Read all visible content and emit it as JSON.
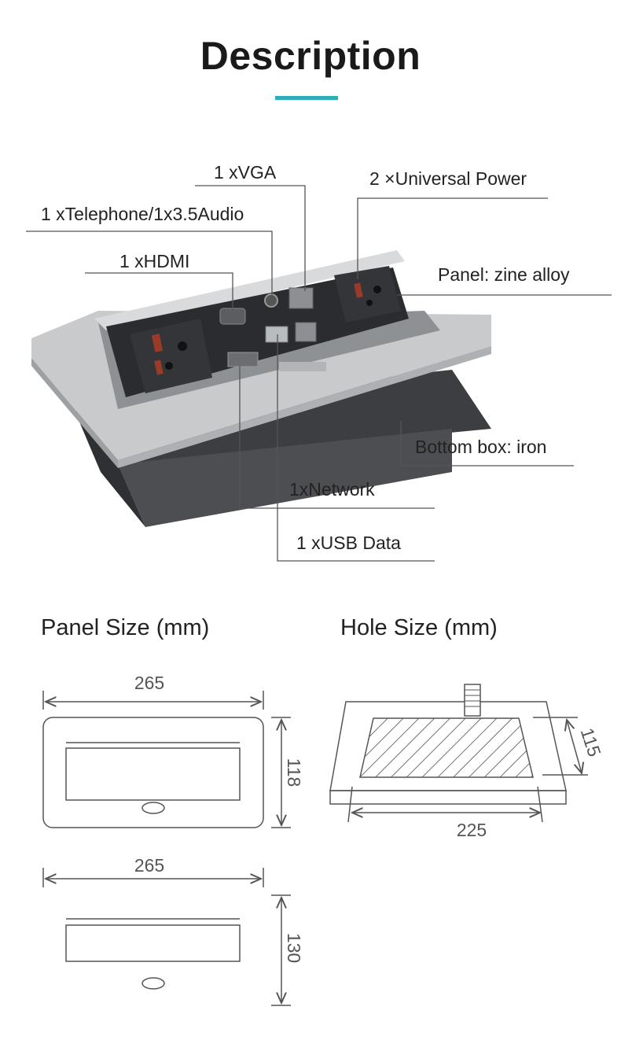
{
  "title": "Description",
  "colors": {
    "accent": "#2bafb6",
    "panel": "#c8cacc",
    "box": "#4a4c50",
    "line": "#555555"
  },
  "callouts": {
    "vga": "1 xVGA",
    "power": "2 ×Universal Power",
    "telephone": "1 xTelephone/1x3.5Audio",
    "hdmi": "1 xHDMI",
    "panel": "Panel: zine alloy",
    "bottom": "Bottom box: iron",
    "network": "1xNetwork",
    "usb": "1 xUSB Data"
  },
  "panel_size": {
    "heading": "Panel Size (mm)",
    "width_top": "265",
    "height_top": "118",
    "width_bottom": "265",
    "height_bottom": "130"
  },
  "hole_size": {
    "heading": "Hole Size (mm)",
    "width": "225",
    "depth": "115"
  }
}
